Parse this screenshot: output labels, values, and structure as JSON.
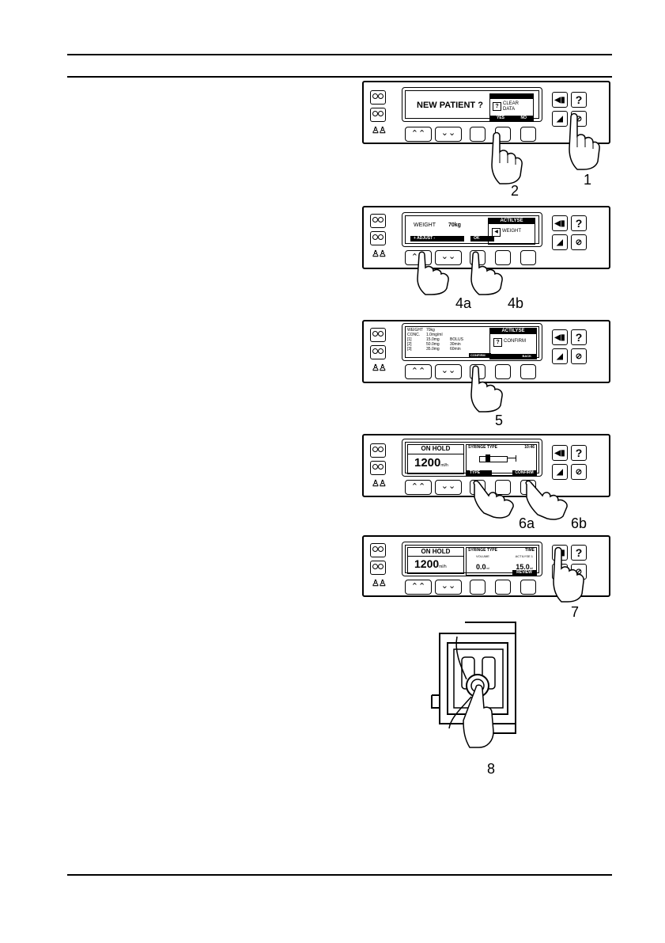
{
  "steps": {
    "s1": {
      "lcd_main": "NEW PATIENT ?",
      "box_line1": "CLEAR",
      "box_line2": "DATA",
      "box_icon": "?",
      "yes": "YES",
      "no": "NO",
      "callout_a": "2",
      "callout_b": "1"
    },
    "s2": {
      "weight_label": "WEIGHT",
      "weight_value": "70kg",
      "box_title": "ACTILYSE",
      "box_item": "WEIGHT",
      "adjust": "+   ADJUST   -",
      "ok": "OK",
      "callout_a": "4a",
      "callout_b": "4b"
    },
    "s3": {
      "rows": [
        {
          "k": "WEIGHT",
          "v": "70kg",
          "x": ""
        },
        {
          "k": "CONC.",
          "v": "1.0mg/ml",
          "x": ""
        },
        {
          "k": "[1]",
          "v": "15.0mg",
          "x": "BOLUS"
        },
        {
          "k": "[2]",
          "v": "50.0mg",
          "x": "30min"
        },
        {
          "k": "[3]",
          "v": "35.0mg",
          "x": "60min"
        }
      ],
      "box_title": "ACTILYSE",
      "box_item": "CONFIRM",
      "box_icon": "?",
      "confirm": "CONFIRM",
      "back": "BACK",
      "callout": "5"
    },
    "s4": {
      "status": "ON HOLD",
      "rate": "1200",
      "rate_unit": "ml/h",
      "header": "SYRINGE TYPE",
      "time": "10:46",
      "type_key": "TYPE",
      "confirm_key": "CONFIRM",
      "callout_a": "6a",
      "callout_b": "6b"
    },
    "s5": {
      "status": "ON HOLD",
      "rate": "1200",
      "rate_unit": "ml/h",
      "header": "SYRINGE TYPE",
      "time": "TIME",
      "volume_label": "VOLUME",
      "drug_label": "ACTILYSE 1",
      "volume": "0.0",
      "volume_unit": "ml",
      "drug_value": "15.0",
      "drug_unit": "ml",
      "review": "REVIEW",
      "callout": "7"
    },
    "s6": {
      "callout": "8"
    }
  },
  "icons": {
    "left_buttons": "dual-dot-button-icon",
    "person": "person-pair-icon",
    "bolus": "bolus-icon",
    "help": "?",
    "syringe": "syringe-icon",
    "occlusion": "pressure-icon"
  }
}
